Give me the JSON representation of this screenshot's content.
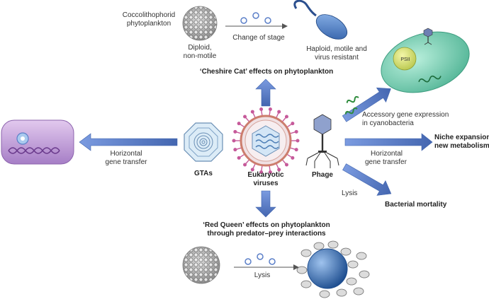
{
  "top": {
    "coccolith_title": [
      "Coccolithophorid",
      "phytoplankton"
    ],
    "diploid": [
      "Diploid,",
      "non-motile"
    ],
    "change_of_stage": "Change of stage",
    "haploid": [
      "Haploid, motile and",
      "virus resistant"
    ],
    "cheshire": "‘Cheshire Cat’ effects on phytoplankton"
  },
  "cyano": {
    "psi": "PSII",
    "accessory": [
      "Accessory gene expression",
      "in cyanobacteria"
    ]
  },
  "middle": {
    "htg_left": [
      "Horizontal",
      "gene transfer"
    ],
    "gtas": "GTAs",
    "eukaryotic": [
      "Eukaryotic",
      "viruses"
    ],
    "phage": "Phage",
    "htg_right": [
      "Horizontal",
      "gene transfer"
    ],
    "niche": [
      "Niche expansion,",
      "new metabolisms"
    ],
    "lysis": "Lysis",
    "mortality": "Bacterial mortality"
  },
  "bottom": {
    "red_queen": [
      "‘Red Queen’ effects on phytoplankton",
      "through predator–prey interactions"
    ],
    "lysis": "Lysis"
  },
  "colors": {
    "arrow_blue": "#5b7fc8",
    "arrow_blue_dark": "#3f63ad",
    "cyano_green": "#7fd0b5",
    "purple_cell": "#c8a6dd"
  }
}
